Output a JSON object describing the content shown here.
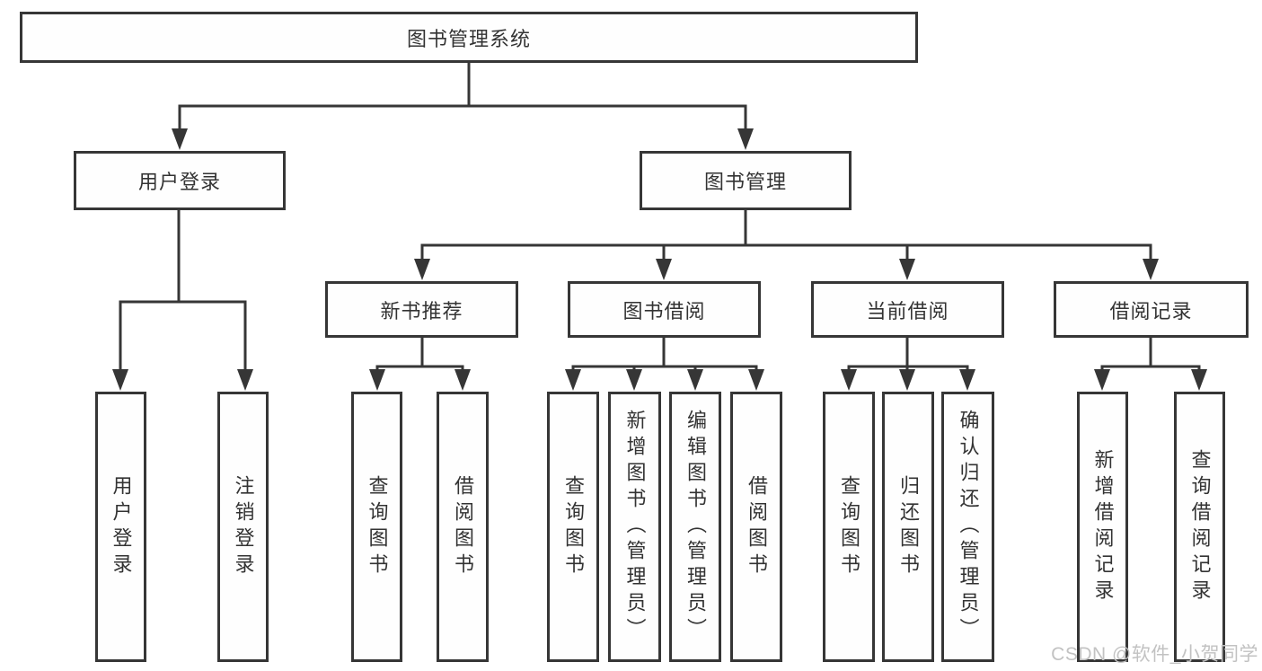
{
  "diagram": {
    "type": "hierarchy-tree",
    "tree": {
      "label": "图书管理系统",
      "children": [
        {
          "label": "用户登录",
          "children": [
            {
              "label": "用户登录"
            },
            {
              "label": "注销登录"
            }
          ]
        },
        {
          "label": "图书管理",
          "children": [
            {
              "label": "新书推荐",
              "children": [
                {
                  "label": "查询图书"
                },
                {
                  "label": "借阅图书"
                }
              ]
            },
            {
              "label": "图书借阅",
              "children": [
                {
                  "label": "查询图书"
                },
                {
                  "label": "新增图书（管理员）"
                },
                {
                  "label": "编辑图书（管理员）"
                },
                {
                  "label": "借阅图书"
                }
              ]
            },
            {
              "label": "当前借阅",
              "children": [
                {
                  "label": "查询图书"
                },
                {
                  "label": "归还图书"
                },
                {
                  "label": "确认归还（管理员）"
                }
              ]
            },
            {
              "label": "借阅记录",
              "children": [
                {
                  "label": "新增借阅记录"
                },
                {
                  "label": "查询借阅记录"
                }
              ]
            }
          ]
        }
      ]
    },
    "colors": {
      "line": "#363636",
      "text": "#333333",
      "box_background": "#fefefe",
      "page_background": "#ffffff",
      "watermark": "#c2c2c2"
    }
  },
  "watermark": {
    "text": "CSDN @软件_小贺同学"
  }
}
